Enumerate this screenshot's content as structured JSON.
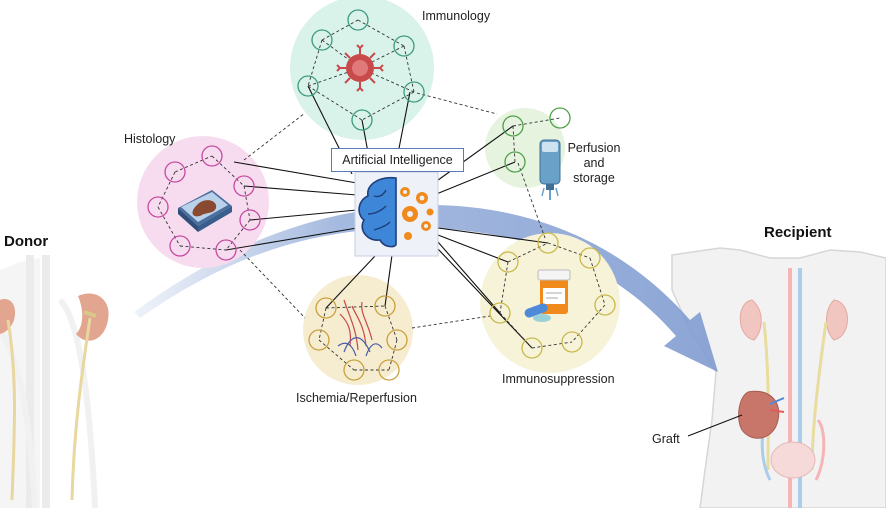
{
  "labels": {
    "donor": "Donor",
    "recipient": "Recipient",
    "graft": "Graft",
    "ai": "Artificial Intelligence"
  },
  "clusters": [
    {
      "id": "immunology",
      "label": "Immunology",
      "color": "#d9f2ea",
      "node_color": "#3b9a80"
    },
    {
      "id": "histology",
      "label": "Histology",
      "color": "#f7dcef",
      "node_color": "#c74aa0"
    },
    {
      "id": "perfusion",
      "label_lines": [
        "Perfusion",
        "and",
        "storage"
      ],
      "color": "#e5f3df",
      "node_color": "#4fa04a"
    },
    {
      "id": "ischemia",
      "label": "Ischemia/Reperfusion",
      "color": "#f6ecd0",
      "node_color": "#c9a13b"
    },
    {
      "id": "immunosuppression",
      "label": "Immunosuppression",
      "color": "#f7f3d8",
      "node_color": "#c8b84a"
    }
  ],
  "colors": {
    "ai_border": "#5a79b5",
    "arrow": "#8aa5d6",
    "brain": "#3d86d8",
    "gear": "#f08a1c",
    "kidney": "#c9766a"
  },
  "icons": [
    "brain-icon",
    "gears-icon",
    "immune-cell-icon",
    "tissue-slide-icon",
    "perfusion-bag-icon",
    "vessel-network-icon",
    "pill-bottle-icon",
    "kidney-icon",
    "body-outline-icon"
  ]
}
